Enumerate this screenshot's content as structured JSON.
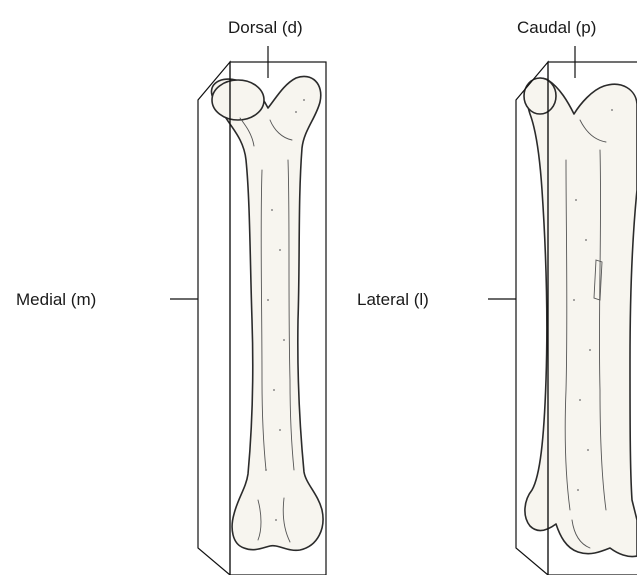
{
  "figure": {
    "left_view": {
      "top_label": "Dorsal (d)",
      "side_label": "Medial (m)"
    },
    "right_view": {
      "top_label": "Caudal (p)",
      "side_label": "Lateral (l)"
    }
  }
}
